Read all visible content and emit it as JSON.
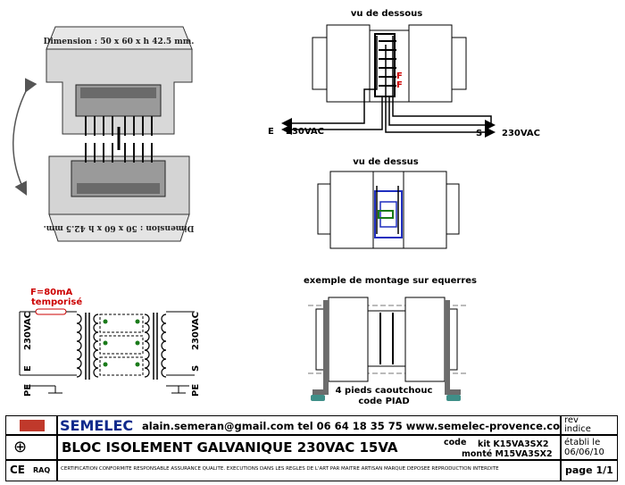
{
  "transformer_view": {
    "dimension_top": "Dimension : 50 x 60 x h 42.5 mm.",
    "dimension_bottom": "Dimension : 50 x 60 x h 42.5 mm."
  },
  "view1": {
    "title": "vu de dessous",
    "left_terminal": "E",
    "left_voltage": "230VAC",
    "right_terminal": "S",
    "right_voltage": "230VAC",
    "fuse_marks": [
      "F",
      "F"
    ]
  },
  "view2": {
    "title": "vu de dessus"
  },
  "schematic": {
    "fuse_label": "F=80mA",
    "fuse_sub": "temporisé",
    "left_voltage": "230VAC",
    "left_e": "E",
    "left_pe": "PE",
    "right_voltage": "230VAC",
    "right_s": "S",
    "right_pe": "PE"
  },
  "mounting": {
    "title": "exemple de montage sur equerres",
    "feet_line1": "4 pieds caoutchouc",
    "feet_line2": "code PIAD"
  },
  "title_block": {
    "brand": "SEMELEC",
    "contact": "alain.semeran@gmail.com  tel 06 64 18 35 75  www.semelec-provence.com",
    "rev": "rev",
    "indice": "indice",
    "title": "BLOC ISOLEMENT GALVANIQUE 230VAC 15VA",
    "code_label": "code",
    "kit_code": "kit K15VA3SX2",
    "monte_code": "monté M15VA3SX2",
    "etabli": "établi le",
    "date": "06/06/10",
    "ce": "CE",
    "raq": "RAQ",
    "certification": "CERTIFICATION CONFORMITE RESPONSABLE ASSURANCE QUALITE. EXECUTIONS DANS LES REGLES DE L'ART PAR MAITRE ARTISAN MARQUE DEPOSEE REPRODUCTION INTERDITE",
    "page": "page 1/1"
  },
  "colors": {
    "fuse_red": "#cc0000",
    "frame_blue": "#1f2fbf",
    "pcb_green": "#1a7a1a",
    "brand_blue": "#102a8c",
    "foot_teal": "#3f8f88"
  }
}
